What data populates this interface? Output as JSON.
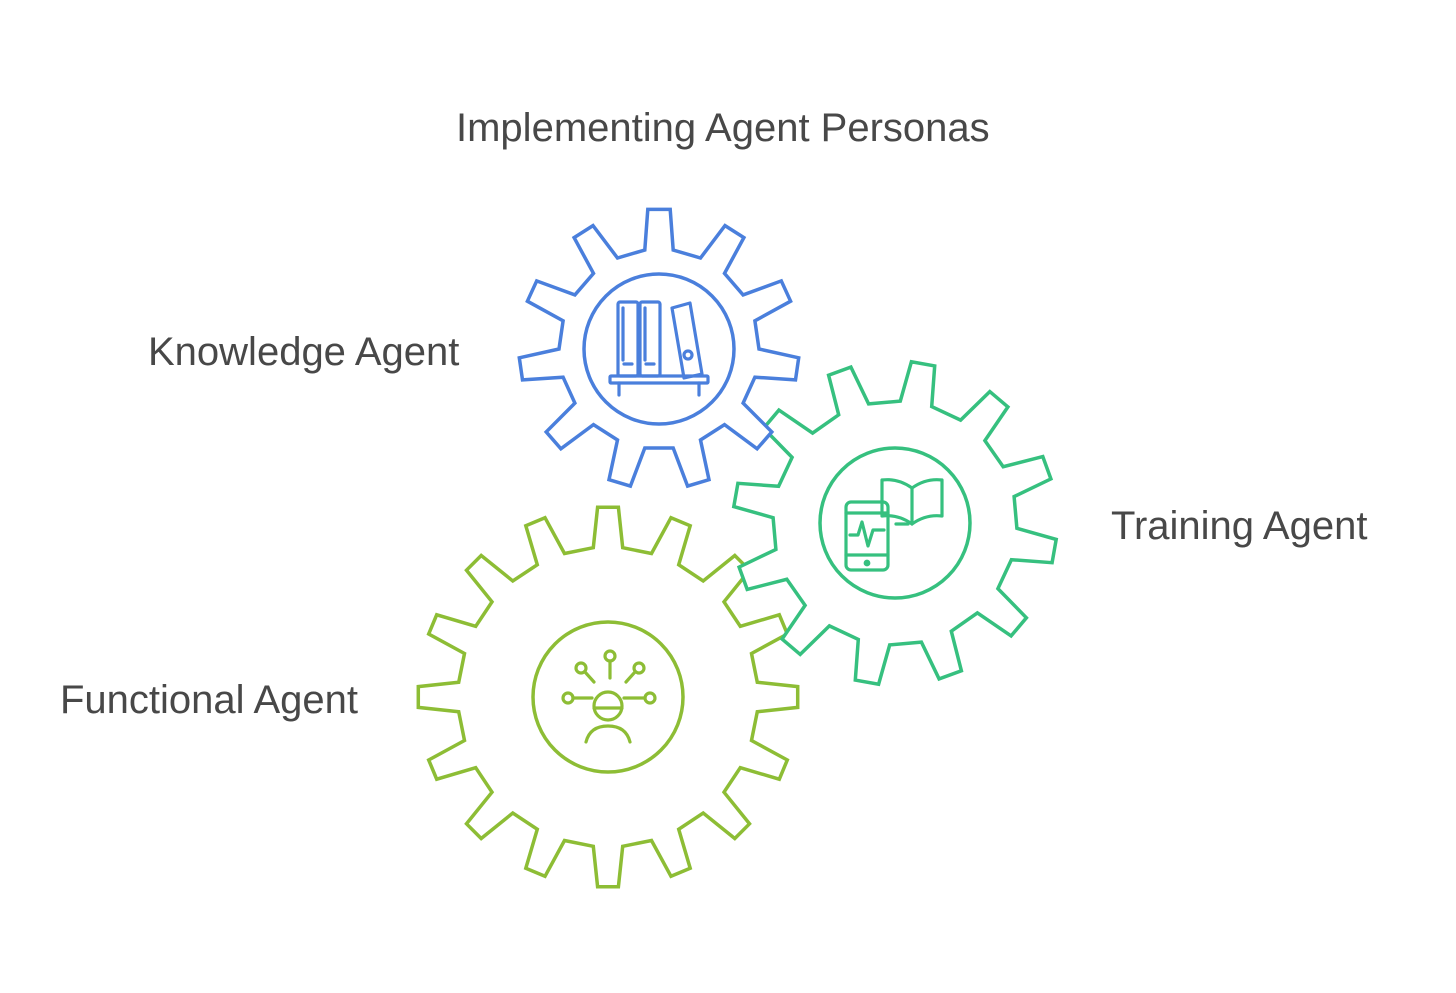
{
  "title": "Implementing Agent Personas",
  "gears": [
    {
      "id": "knowledge",
      "label": "Knowledge Agent",
      "color": "#4a7fdc",
      "icon": "bookshelf-icon"
    },
    {
      "id": "training",
      "label": "Training Agent",
      "color": "#36c07f",
      "icon": "mobile-learning-icon"
    },
    {
      "id": "functional",
      "label": "Functional Agent",
      "color": "#8dbd35",
      "icon": "connected-person-icon"
    }
  ]
}
